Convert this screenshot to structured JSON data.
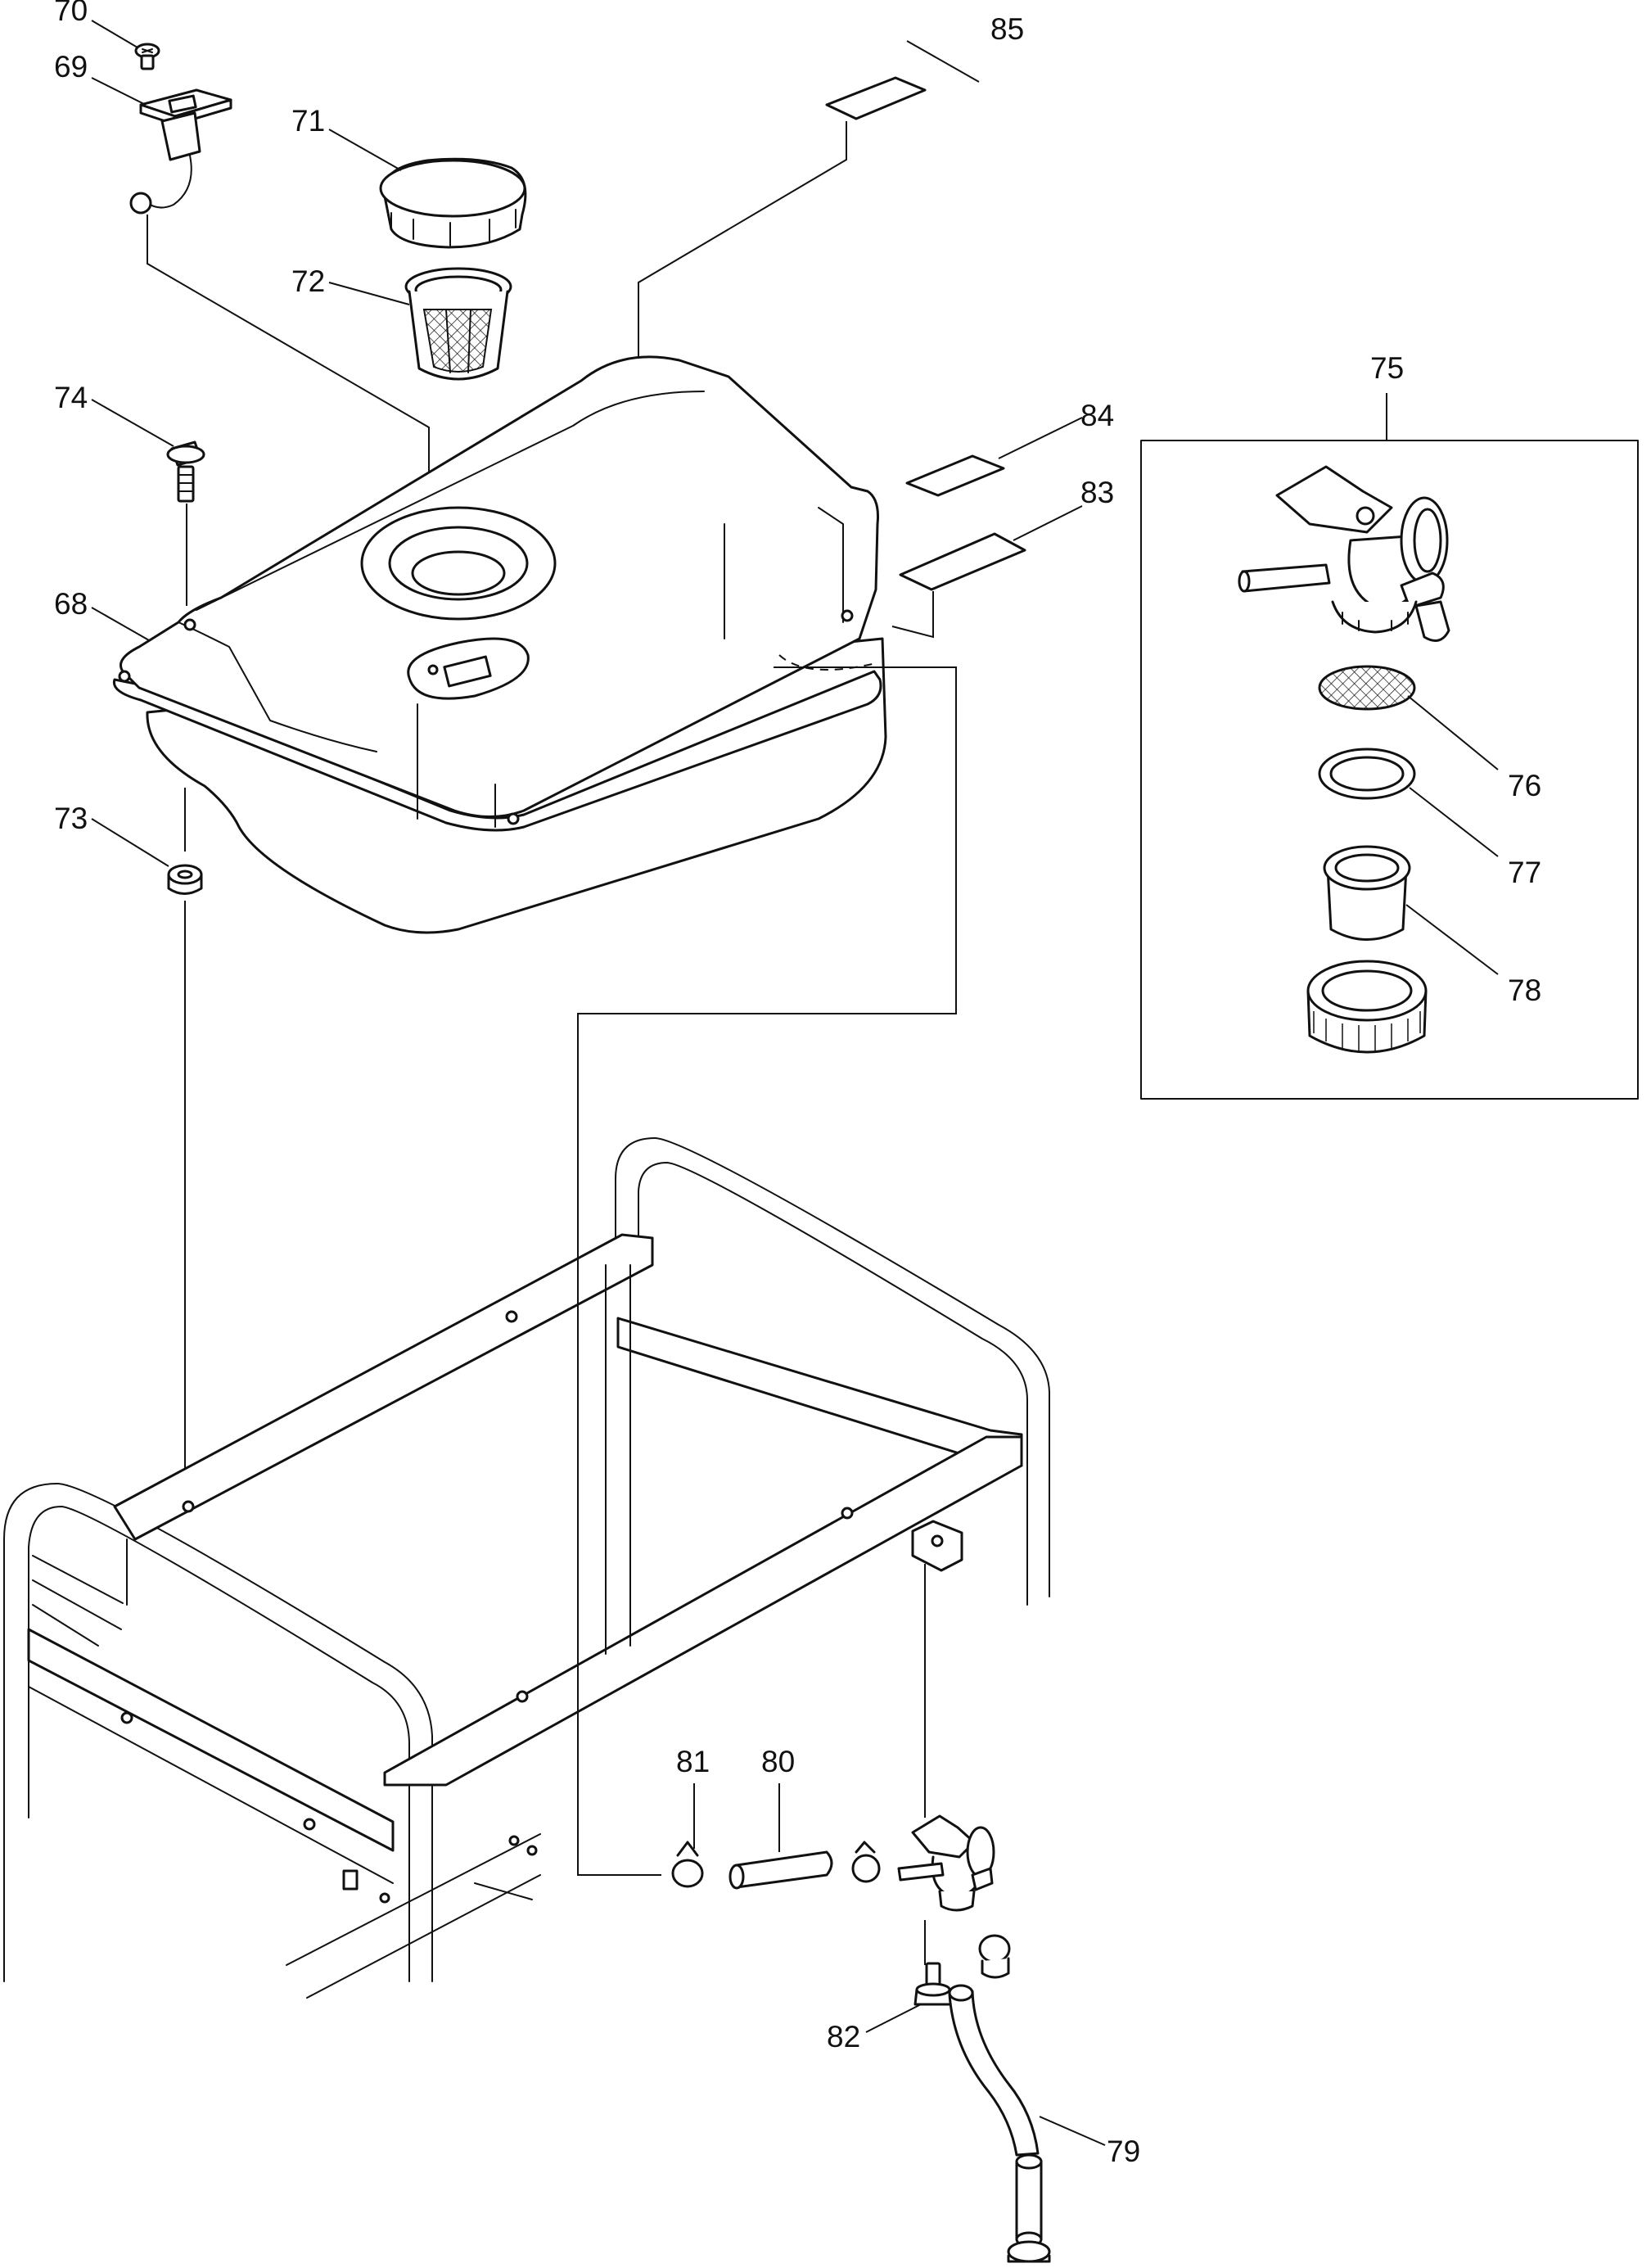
{
  "diagram": {
    "callouts": [
      {
        "id": "70",
        "label": "70"
      },
      {
        "id": "69",
        "label": "69"
      },
      {
        "id": "71",
        "label": "71"
      },
      {
        "id": "72",
        "label": "72"
      },
      {
        "id": "85",
        "label": "85"
      },
      {
        "id": "74",
        "label": "74"
      },
      {
        "id": "68",
        "label": "68"
      },
      {
        "id": "84",
        "label": "84"
      },
      {
        "id": "83",
        "label": "83"
      },
      {
        "id": "73",
        "label": "73"
      },
      {
        "id": "75",
        "label": "75"
      },
      {
        "id": "76",
        "label": "76"
      },
      {
        "id": "77",
        "label": "77"
      },
      {
        "id": "78",
        "label": "78"
      },
      {
        "id": "81",
        "label": "81"
      },
      {
        "id": "80",
        "label": "80"
      },
      {
        "id": "82",
        "label": "82"
      },
      {
        "id": "79",
        "label": "79"
      }
    ]
  }
}
